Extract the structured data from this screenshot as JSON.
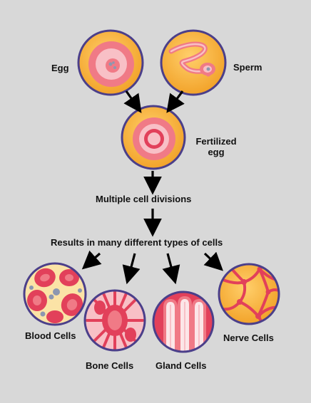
{
  "labels": {
    "egg": "Egg",
    "sperm": "Sperm",
    "fertilized_line1": "Fertilized",
    "fertilized_line2": "egg",
    "multiple_divisions": "Multiple cell divisions",
    "results": "Results in many different types of cells",
    "blood": "Blood Cells",
    "bone": "Bone Cells",
    "gland": "Gland Cells",
    "nerve": "Nerve Cells"
  },
  "colors": {
    "background": "#d8d8d8",
    "cell_fill": "#f5a623",
    "cell_rim": "#4b3f8a",
    "pink": "#f07a86",
    "pink_light": "#f8c0c6",
    "red": "#e2405a",
    "nucleus": "#8c97b0",
    "arrow": "#000000"
  }
}
